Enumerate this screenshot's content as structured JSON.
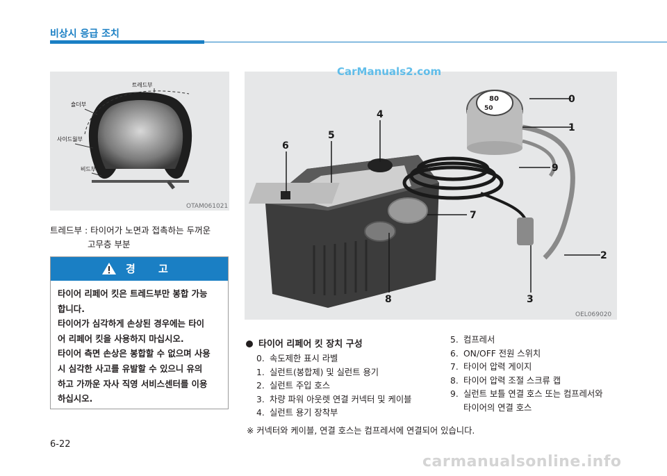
{
  "header": {
    "section_title": "비상시 응급 조치"
  },
  "tire_figure": {
    "code": "OTAM061021",
    "labels": {
      "tread": "트레드부",
      "shoulder": "숄더부",
      "sidewall": "사이드월부",
      "bead": "비드부"
    }
  },
  "tread_definition": {
    "term": "트레드부 :",
    "desc_line1": "타이어가 노면과 접촉하는 두꺼운",
    "desc_line2": "고무층 부분"
  },
  "warning": {
    "title": "경 고",
    "lines": [
      "타이어 리페어 킷은 트레드부만 봉합 가능",
      "합니다.",
      "타이어가 심각하게 손상된 경우에는 타이",
      "어 리페어 킷을 사용하지 마십시오.",
      "타이어 측면 손상은 봉합할 수 없으며 사용",
      "시 심각한 사고를 유발할 수 있으니 유의",
      "하고 가까운 자사 직영 서비스센터를 이용",
      "하십시오."
    ]
  },
  "kit_figure": {
    "code": "OEL069020",
    "callouts": [
      "0",
      "1",
      "2",
      "3",
      "4",
      "5",
      "6",
      "7",
      "8",
      "9"
    ],
    "bottle_labels": {
      "a": "80",
      "b": "50"
    }
  },
  "kit": {
    "title": "타이어 리페어 킷 장치 구성",
    "items_a": [
      {
        "num": "0.",
        "text": "속도제한 표시 라벨"
      },
      {
        "num": "1.",
        "text": "실런트(봉합제) 및 실런트 용기"
      },
      {
        "num": "2.",
        "text": "실런트 주입 호스"
      },
      {
        "num": "3.",
        "text": "차량 파워 아웃렛 연결 커넥터 및 케이블"
      },
      {
        "num": "4.",
        "text": "실런트 용기 장착부"
      }
    ],
    "items_b": [
      {
        "num": "5.",
        "text": "컴프레서"
      },
      {
        "num": "6.",
        "text": "ON/OFF 전원 스위치"
      },
      {
        "num": "7.",
        "text": "타이어 압력 게이지"
      },
      {
        "num": "8.",
        "text": "타이어 압력 조절 스크류 캡"
      },
      {
        "num": "9.",
        "text": "실런트 보틀 연결 호스 또는 컴프레서와",
        "cont": "타이어의 연결 호스"
      }
    ],
    "note": "※ 커넥터와 케이블, 연결 호스는 컴프레서에 연결되어 있습니다."
  },
  "page_number": "6-22",
  "watermarks": {
    "top": "CarManuals2.com",
    "bottom": "carmanualsonline.info"
  },
  "colors": {
    "accent": "#1a7fc4",
    "figure_bg": "#e6e7e8"
  }
}
